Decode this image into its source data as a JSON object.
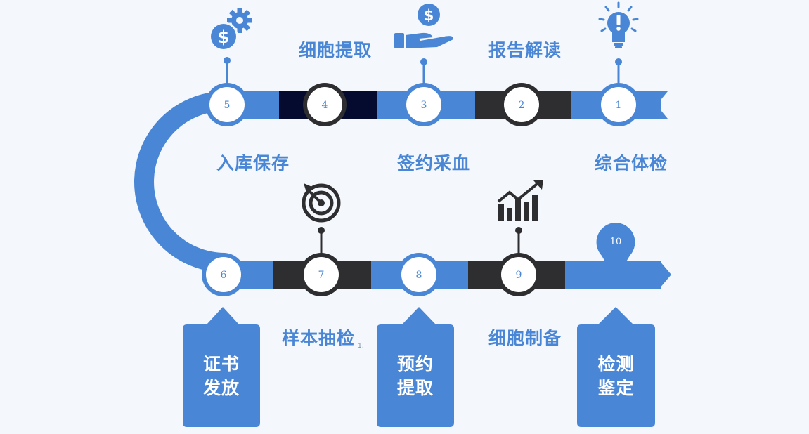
{
  "colors": {
    "blue": "#4a86d6",
    "dark": "#2e2e30",
    "navy": "#050b2e",
    "bg": "#f4f8fc",
    "icon": "#2e2e30"
  },
  "steps": [
    {
      "num": "1",
      "label": "综合体检"
    },
    {
      "num": "2",
      "label": "报告解读"
    },
    {
      "num": "3",
      "label": "签约采血"
    },
    {
      "num": "4",
      "label": "细胞提取"
    },
    {
      "num": "5",
      "label": "入库保存"
    },
    {
      "num": "6",
      "label": "证书发放",
      "box": [
        "证书",
        "发放"
      ]
    },
    {
      "num": "7",
      "label": "样本抽检"
    },
    {
      "num": "8",
      "label": "预约提取",
      "box": [
        "预约",
        "提取"
      ]
    },
    {
      "num": "9",
      "label": "细胞制备"
    },
    {
      "num": "10",
      "label": "检测鉴定",
      "box": [
        "检测",
        "鉴定"
      ]
    }
  ],
  "stray_mark": "1,",
  "icons": {
    "step1": "lightbulb-icon",
    "step3": "hand-holding-dollar-icon",
    "step5": "dollar-gear-icon",
    "step7": "target-icon",
    "step9": "growth-chart-icon",
    "step10": "map-pin-icon"
  }
}
